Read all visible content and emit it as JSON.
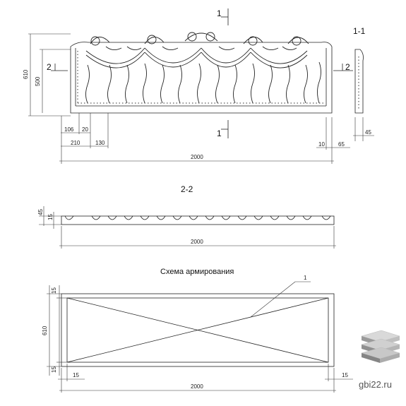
{
  "section_1_1": {
    "label": "1-1",
    "cut_mark": "1",
    "side_mark": "2",
    "dims": {
      "height_total": "610",
      "height_inner": "500",
      "d106": "106",
      "d20": "20",
      "d210": "210",
      "d130": "130",
      "d10": "10",
      "d65": "65",
      "d45": "45",
      "length": "2000"
    }
  },
  "section_2_2": {
    "label": "2-2",
    "dims": {
      "d45": "45",
      "d15": "15",
      "length": "2000"
    }
  },
  "reinforcement": {
    "title": "Схема армирования",
    "callout": "1",
    "dims": {
      "top15": "15",
      "bottom15": "15",
      "height": "610",
      "left15": "15",
      "right15": "15",
      "length": "2000"
    }
  },
  "watermark": {
    "text": "gbi22.ru"
  }
}
